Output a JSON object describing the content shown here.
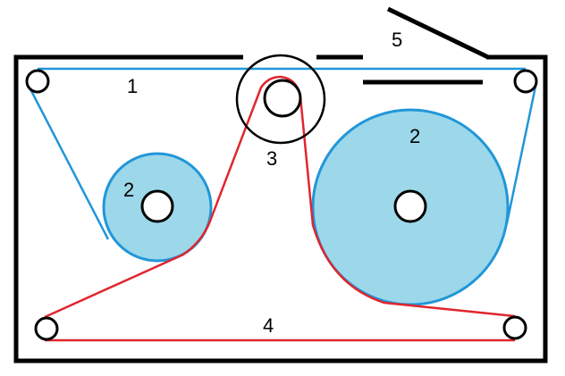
{
  "labels": {
    "belt_blue": "1",
    "pulley_small": "2",
    "pulley_large": "2",
    "center_roller": "3",
    "belt_red": "4",
    "lid": "5"
  },
  "colors": {
    "outline": "#000000",
    "belt_blue": "#2196d8",
    "belt_red": "#e0262e",
    "pulley_fill": "#9cd8ea",
    "background": "#ffffff"
  }
}
